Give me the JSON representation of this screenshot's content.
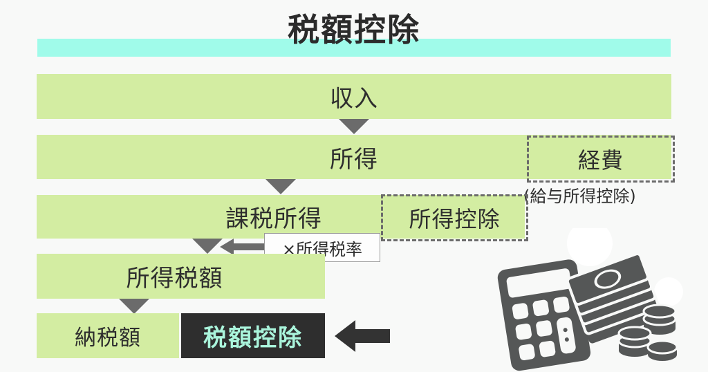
{
  "page": {
    "title": "税額控除",
    "background_color": "#f8f9f8",
    "accent_green": "#d3eda2",
    "accent_cyan": "#a0fbea",
    "dark_chip_bg": "#2e2e2e",
    "dark_chip_text": "#aaf5dc",
    "dashed_border": "#6b6b6b"
  },
  "flow": {
    "steps": [
      {
        "id": "income",
        "label": "収入"
      },
      {
        "id": "shotoku",
        "label": "所得"
      },
      {
        "id": "kazei",
        "label": "課税所得"
      },
      {
        "id": "zeigaku",
        "label": "所得税額"
      },
      {
        "id": "nozei",
        "label": "納税額"
      }
    ],
    "highlight_chip": {
      "id": "zeigaku-koujo",
      "label": "税額控除"
    }
  },
  "deductions": {
    "expenses": {
      "label": "経費",
      "note": "(給与所得控除)"
    },
    "income_deduction": {
      "label": "所得控除"
    }
  },
  "callout": {
    "tax_rate": "×所得税率"
  },
  "icons": {
    "arrow_down": "triangle-down-icon",
    "arrow_left_gray": "arrow-left-icon",
    "arrow_left_black": "arrow-left-bold-icon",
    "illustration": "calculator-cash-coins-illustration"
  }
}
